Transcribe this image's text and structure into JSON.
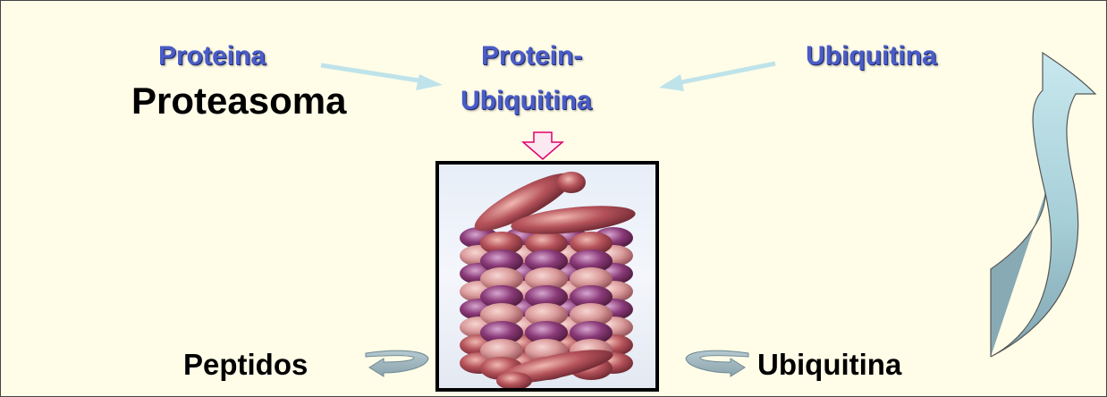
{
  "diagram": {
    "labels": {
      "protein": "Proteina",
      "proteasome": "Proteasoma",
      "protein_ubiquitin_line1": "Protein-",
      "protein_ubiquitin_line2": "Ubiquitina",
      "ubiquitin_top": "Ubiquitina",
      "peptides": "Peptidos",
      "ubiquitin_bottom": "Ubiquitina"
    },
    "colors": {
      "slide_background": "#fffde8",
      "label_blue": "#4a5cc8",
      "arrow_light_blue": "#bfe3ea",
      "arrow_pink_outline": "#e0006e",
      "bead_pink": "#d99a9a",
      "bead_purple": "#8a3a78",
      "bead_red": "#b5525a"
    },
    "icons": [
      "protein-to-complex-arrow",
      "ubiquitin-to-complex-arrow",
      "down-block-arrow",
      "recycle-curved-arrow",
      "peptides-curved-arrow",
      "ubiquitin-release-curved-arrow",
      "proteasome-image"
    ]
  }
}
